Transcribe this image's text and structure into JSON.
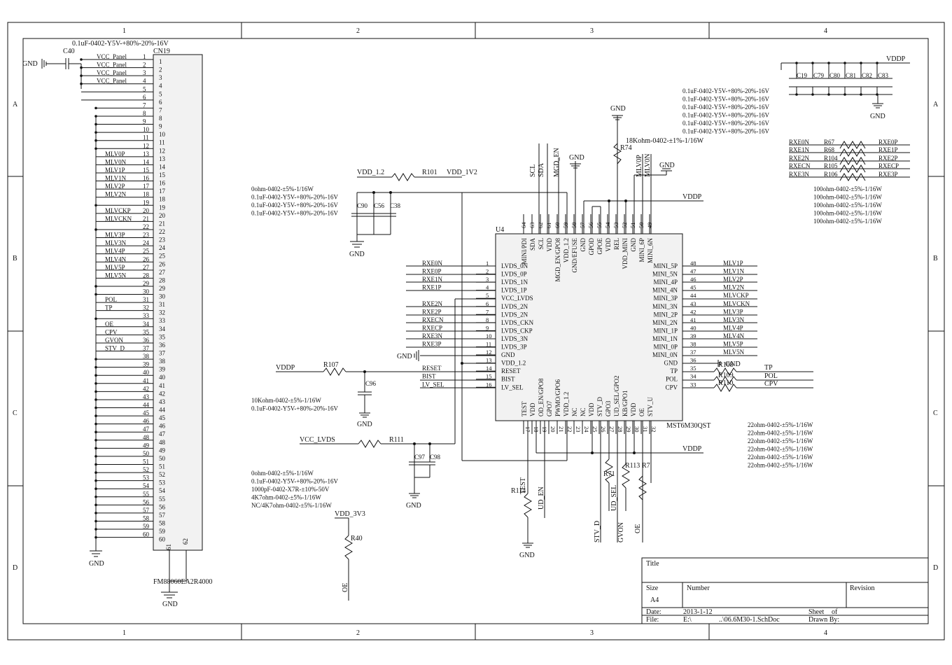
{
  "frame": {
    "cols": [
      "1",
      "2",
      "3",
      "4"
    ],
    "rows": [
      "A",
      "B",
      "C",
      "D"
    ]
  },
  "title_block": {
    "title_label": "Title",
    "size_label": "Size",
    "size_value": "A4",
    "number_label": "Number",
    "revision_label": "Revision",
    "date_label": "Date:",
    "date_value": "2013-1-12",
    "sheet_label": "Sheet",
    "of_label": "of",
    "file_label": "File:",
    "file_drive": "E:\\",
    "file_path": "..\\06.6M30-1.SchDoc",
    "drawn_label": "Drawn By:"
  },
  "connector": {
    "ref": "CN19",
    "part": "FM88060EA2R4000",
    "cap_ref": "C40",
    "cap_value": "0.1uF-0402-Y5V-+80%-20%-16V",
    "gnd_left": "GND",
    "gnd_bottom_left": "GND",
    "gnd_bottom": "GND",
    "pin61": "61",
    "pin62": "62",
    "pins": [
      {
        "n": "1",
        "net": "VCC_Panel"
      },
      {
        "n": "2",
        "net": "VCC_Panel"
      },
      {
        "n": "3",
        "net": "VCC_Panel"
      },
      {
        "n": "4",
        "net": "VCC_Panel"
      },
      {
        "n": "5",
        "net": ""
      },
      {
        "n": "6",
        "net": ""
      },
      {
        "n": "7",
        "net": ""
      },
      {
        "n": "8",
        "net": ""
      },
      {
        "n": "9",
        "net": ""
      },
      {
        "n": "10",
        "net": ""
      },
      {
        "n": "11",
        "net": ""
      },
      {
        "n": "12",
        "net": ""
      },
      {
        "n": "13",
        "net": "MLV0P"
      },
      {
        "n": "14",
        "net": "MLV0N"
      },
      {
        "n": "15",
        "net": "MLV1P"
      },
      {
        "n": "16",
        "net": "MLV1N"
      },
      {
        "n": "17",
        "net": "MLV2P"
      },
      {
        "n": "18",
        "net": "MLV2N"
      },
      {
        "n": "19",
        "net": ""
      },
      {
        "n": "20",
        "net": "MLVCKP"
      },
      {
        "n": "21",
        "net": "MLVCKN"
      },
      {
        "n": "22",
        "net": ""
      },
      {
        "n": "23",
        "net": "MLV3P"
      },
      {
        "n": "24",
        "net": "MLV3N"
      },
      {
        "n": "25",
        "net": "MLV4P"
      },
      {
        "n": "26",
        "net": "MLV4N"
      },
      {
        "n": "27",
        "net": "MLV5P"
      },
      {
        "n": "28",
        "net": "MLV5N"
      },
      {
        "n": "29",
        "net": ""
      },
      {
        "n": "30",
        "net": ""
      },
      {
        "n": "31",
        "net": "POL"
      },
      {
        "n": "32",
        "net": "TP"
      },
      {
        "n": "33",
        "net": ""
      },
      {
        "n": "34",
        "net": "OE"
      },
      {
        "n": "35",
        "net": "CPV"
      },
      {
        "n": "36",
        "net": "GVON"
      },
      {
        "n": "37",
        "net": "STV_D"
      },
      {
        "n": "38",
        "net": ""
      },
      {
        "n": "39",
        "net": ""
      },
      {
        "n": "40",
        "net": ""
      },
      {
        "n": "41",
        "net": ""
      },
      {
        "n": "42",
        "net": ""
      },
      {
        "n": "43",
        "net": ""
      },
      {
        "n": "44",
        "net": ""
      },
      {
        "n": "45",
        "net": ""
      },
      {
        "n": "46",
        "net": ""
      },
      {
        "n": "47",
        "net": ""
      },
      {
        "n": "48",
        "net": ""
      },
      {
        "n": "49",
        "net": ""
      },
      {
        "n": "50",
        "net": ""
      },
      {
        "n": "51",
        "net": ""
      },
      {
        "n": "52",
        "net": ""
      },
      {
        "n": "53",
        "net": ""
      },
      {
        "n": "54",
        "net": ""
      },
      {
        "n": "55",
        "net": ""
      },
      {
        "n": "56",
        "net": ""
      },
      {
        "n": "57",
        "net": ""
      },
      {
        "n": "58",
        "net": ""
      },
      {
        "n": "59",
        "net": ""
      },
      {
        "n": "60",
        "net": ""
      }
    ]
  },
  "ic": {
    "ref": "U4",
    "part": "MST6M30QST",
    "left_pins": [
      {
        "n": "1",
        "name": "LVDS_0N",
        "net": "RXE0N"
      },
      {
        "n": "2",
        "name": "LVDS_0P",
        "net": "RXE0P"
      },
      {
        "n": "3",
        "name": "LVDS_1N",
        "net": "RXE1N"
      },
      {
        "n": "4",
        "name": "LVDS_1P",
        "net": "RXE1P"
      },
      {
        "n": "5",
        "name": "VCC_LVDS",
        "net": ""
      },
      {
        "n": "6",
        "name": "LVDS_2N",
        "net": "RXE2N"
      },
      {
        "n": "7",
        "name": "LVDS_2N",
        "net": "RXE2P"
      },
      {
        "n": "8",
        "name": "LVDS_CKN",
        "net": "RXECN"
      },
      {
        "n": "9",
        "name": "LVDS_CKP",
        "net": "RXECP"
      },
      {
        "n": "10",
        "name": "LVDS_3N",
        "net": "RXE3N"
      },
      {
        "n": "11",
        "name": "LVDS_3P",
        "net": "RXE3P"
      },
      {
        "n": "12",
        "name": "GND",
        "net": ""
      },
      {
        "n": "13",
        "name": "VDD_1.2",
        "net": ""
      },
      {
        "n": "14",
        "name": "RESET",
        "net": "RESET"
      },
      {
        "n": "15",
        "name": "BIST",
        "net": "BIST"
      },
      {
        "n": "16",
        "name": "LV_SEL",
        "net": "LV_SEL"
      }
    ],
    "right_pins": [
      {
        "n": "48",
        "name": "MINI_5P",
        "net": "MLV1P"
      },
      {
        "n": "47",
        "name": "MINI_5N",
        "net": "MLV1N"
      },
      {
        "n": "46",
        "name": "MINI_4P",
        "net": "MLV2P"
      },
      {
        "n": "45",
        "name": "MINI_4N",
        "net": "MLV2N"
      },
      {
        "n": "44",
        "name": "MINI_3P",
        "net": "MLVCKP"
      },
      {
        "n": "43",
        "name": "MINI_3N",
        "net": "MLVCKN"
      },
      {
        "n": "42",
        "name": "MINI_2P",
        "net": "MLV3P"
      },
      {
        "n": "41",
        "name": "MINI_2N",
        "net": "MLV3N"
      },
      {
        "n": "40",
        "name": "MINI_1P",
        "net": "MLV4P"
      },
      {
        "n": "39",
        "name": "MINI_1N",
        "net": "MLV4N"
      },
      {
        "n": "38",
        "name": "MINI_0P",
        "net": "MLV5P"
      },
      {
        "n": "37",
        "name": "MINI_0N",
        "net": "MLV5N"
      },
      {
        "n": "36",
        "name": "GND",
        "net": ""
      },
      {
        "n": "35",
        "name": "TP",
        "net": "TP"
      },
      {
        "n": "34",
        "name": "POL",
        "net": "POL"
      },
      {
        "n": "33",
        "name": "CPV",
        "net": "CPV"
      }
    ],
    "top_pins": [
      {
        "n": "64",
        "name": "MINI/PDI"
      },
      {
        "n": "63",
        "name": "SDA"
      },
      {
        "n": "62",
        "name": "SCL"
      },
      {
        "n": "61",
        "name": "VDD"
      },
      {
        "n": "60",
        "name": "MGD_EN/GPO8"
      },
      {
        "n": "59",
        "name": "VDD_1.2"
      },
      {
        "n": "58",
        "name": "GND/EFUSE"
      },
      {
        "n": "57",
        "name": "GND"
      },
      {
        "n": "56",
        "name": "GPOD"
      },
      {
        "n": "55",
        "name": "GPOE"
      },
      {
        "n": "54",
        "name": "VDD"
      },
      {
        "n": "53",
        "name": "REL"
      },
      {
        "n": "52",
        "name": "VDD_MINI"
      },
      {
        "n": "51",
        "name": "GND"
      },
      {
        "n": "50",
        "name": "MINI_6P"
      },
      {
        "n": "49",
        "name": "MINI_6N"
      }
    ],
    "bottom_pins": [
      {
        "n": "17",
        "name": "TEST"
      },
      {
        "n": "18",
        "name": "VDD"
      },
      {
        "n": "19",
        "name": "OD_EN/GPO8"
      },
      {
        "n": "20",
        "name": "GPO7"
      },
      {
        "n": "21",
        "name": "PWMO/GPO6"
      },
      {
        "n": "22",
        "name": "VDD_1.2"
      },
      {
        "n": "23",
        "name": "NC"
      },
      {
        "n": "24",
        "name": "NC"
      },
      {
        "n": "25",
        "name": "VDD"
      },
      {
        "n": "26",
        "name": "STV_D"
      },
      {
        "n": "27",
        "name": "GPO3"
      },
      {
        "n": "28",
        "name": "UD_SEL/GPO2"
      },
      {
        "n": "29",
        "name": "KB/GPO1"
      },
      {
        "n": "30",
        "name": "VDD"
      },
      {
        "n": "31",
        "name": "OE"
      },
      {
        "n": "32",
        "name": "STV_U"
      }
    ],
    "top_nets": {
      "scl": "SCL",
      "sda": "SDA",
      "mgd": "MGD_EN",
      "mlv0p": "MLV0P",
      "mlv0n": "MLV0N"
    },
    "bottom_nets": {
      "test": "TEST",
      "ud_en": "UD_EN",
      "stv_d": "STV_D",
      "ud_sel": "UD_SEL",
      "gvon": "GVON",
      "oe": "OE"
    }
  },
  "labels": {
    "gnd": "GND",
    "vddp": "VDDP",
    "vdd_1_2": "VDD_1.2",
    "vdd_1v2": "VDD_1V2",
    "vcc_lvds": "VCC_LVDS",
    "vdd_3v3": "VDD_3V3"
  },
  "parts": {
    "r101": "R101",
    "r107": "R107",
    "r111": "R111",
    "r74": "R74",
    "r114": "R114",
    "r71": "R71",
    "r113": "R113",
    "r7": "R7",
    "r40": "R40",
    "r108": "R108",
    "r109": "R109",
    "r110": "R110",
    "c90": "C90",
    "c56": "C56",
    "c38": "C38",
    "c96": "C96",
    "c97": "C97",
    "c98": "C98",
    "c19": "C19",
    "c79": "C79",
    "c80": "C80",
    "c81": "C81",
    "c82": "C82",
    "c83": "C83"
  },
  "notes": {
    "block1": [
      "0ohm-0402-±5%-1/16W",
      "0.1uF-0402-Y5V-+80%-20%-16V",
      "0.1uF-0402-Y5V-+80%-20%-16V",
      "0.1uF-0402-Y5V-+80%-20%-16V"
    ],
    "block2": [
      "10Kohm-0402-±5%-1/16W",
      "0.1uF-0402-Y5V-+80%-20%-16V"
    ],
    "block3": [
      "0ohm-0402-±5%-1/16W",
      "0.1uF-0402-Y5V-+80%-20%-16V",
      "1000pF-0402-X7R-±10%-50V",
      "4K7ohm-0402-±5%-1/16W",
      "NC/4K7ohm-0402-±5%-1/16W"
    ],
    "caps_top_right": [
      "0.1uF-0402-Y5V-+80%-20%-16V",
      "0.1uF-0402-Y5V-+80%-20%-16V",
      "0.1uF-0402-Y5V-+80%-20%-16V",
      "0.1uF-0402-Y5V-+80%-20%-16V",
      "0.1uF-0402-Y5V-+80%-20%-16V",
      "0.1uF-0402-Y5V-+80%-20%-16V"
    ],
    "r74_value": "18Kohm-0402-±1%-1/16W",
    "terminators": [
      "100ohm-0402-±5%-1/16W",
      "100ohm-0402-±5%-1/16W",
      "100ohm-0402-±5%-1/16W",
      "100ohm-0402-±5%-1/16W",
      "100ohm-0402-±5%-1/16W"
    ],
    "bottom_right": [
      "22ohm-0402-±5%-1/16W",
      "22ohm-0402-±5%-1/16W",
      "22ohm-0402-±5%-1/16W",
      "22ohm-0402-±5%-1/16W",
      "22ohm-0402-±5%-1/16W",
      "22ohm-0402-±5%-1/16W"
    ]
  },
  "lvds_terms": [
    {
      "left": "RXE0N",
      "ref": "R67",
      "right": "RXE0P"
    },
    {
      "left": "RXE1N",
      "ref": "R68",
      "right": "RXE1P"
    },
    {
      "left": "RXE2N",
      "ref": "R104",
      "right": "RXE2P"
    },
    {
      "left": "RXECN",
      "ref": "R105",
      "right": "RXECP"
    },
    {
      "left": "RXE3N",
      "ref": "R106",
      "right": "RXE3P"
    }
  ]
}
